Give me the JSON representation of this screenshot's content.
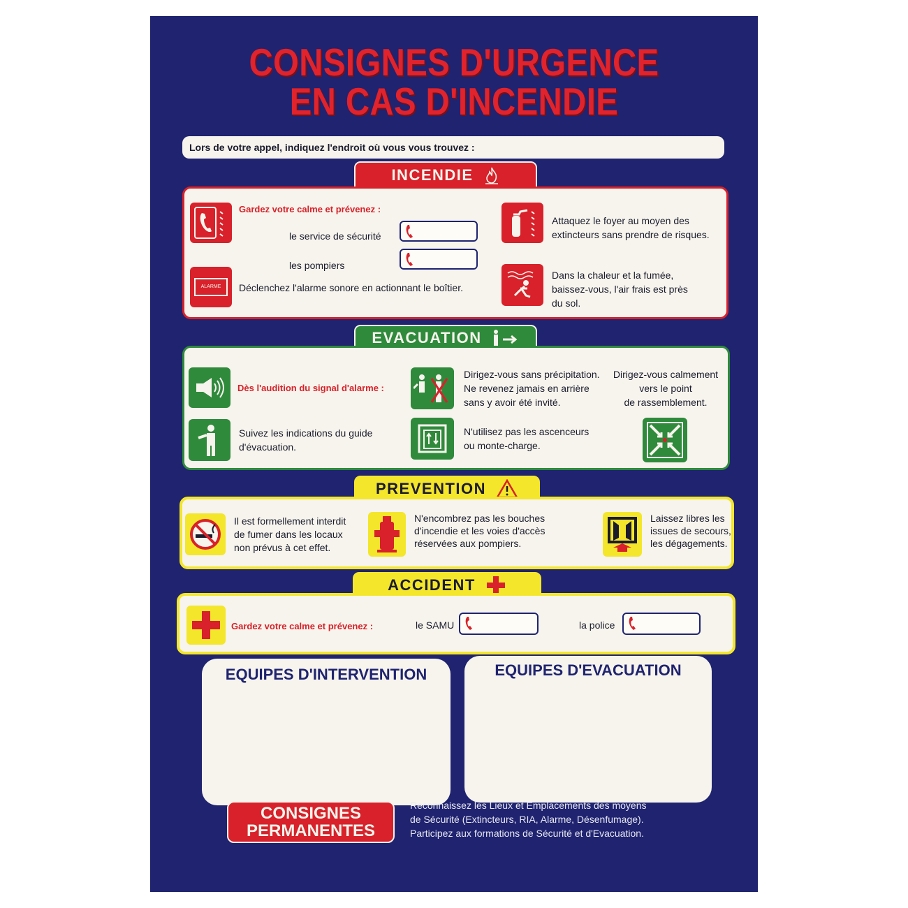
{
  "title": {
    "line1": "CONSIGNES D'URGENCE",
    "line2": "EN CAS D'INCENDIE"
  },
  "call_prompt": "Lors de votre appel, indiquez l'endroit où vous vous trouvez :",
  "incendie": {
    "header": "INCENDIE",
    "calm": "Gardez votre calme et prévenez :",
    "security": "le service de sécurité",
    "firemen": "les pompiers",
    "alarm_label": "ALARME",
    "alarm_text": "Déclenchez l'alarme sonore en actionnant le boîtier.",
    "extinguisher_text": [
      "Attaquez le foyer au moyen des",
      "extincteurs sans prendre de risques."
    ],
    "smoke_text": [
      "Dans la chaleur et la fumée,",
      "baissez-vous, l'air frais est près",
      "du sol."
    ]
  },
  "evacuation": {
    "header": "EVACUATION",
    "signal": "Dès l'audition du signal d'alarme :",
    "follow": [
      "Suivez les indications du guide",
      "d'évacuation."
    ],
    "no_rush": [
      "Dirigez-vous sans précipitation.",
      "Ne revenez jamais en arrière",
      "sans y avoir été invité."
    ],
    "no_lift": [
      "N'utilisez pas les ascenceurs",
      "ou monte-charge."
    ],
    "assembly": [
      "Dirigez-vous calmement",
      "vers le point",
      "de rassemblement."
    ]
  },
  "prevention": {
    "header": "PREVENTION",
    "smoking": [
      "Il est formellement interdit",
      "de fumer dans les locaux",
      "non prévus à cet effet."
    ],
    "hydrant": [
      "N'encombrez pas les bouches",
      "d'incendie et les voies d'accès",
      "réservées aux pompiers."
    ],
    "exits": [
      "Laissez libres les",
      "issues de secours,",
      "les dégagements."
    ]
  },
  "accident": {
    "header": "ACCIDENT",
    "calm": "Gardez votre calme et prévenez :",
    "samu": "le SAMU",
    "police": "la police"
  },
  "teams": {
    "intervention": "EQUIPES D'INTERVENTION",
    "evacuation": "EQUIPES D'EVACUATION"
  },
  "permanent": {
    "line1": "CONSIGNES",
    "line2": "PERMANENTES"
  },
  "footer": [
    "Reconnaissez les Lieux et Emplacements des moyens",
    "de Sécurité (Extincteurs, RIA, Alarme, Désenfumage).",
    "Participez aux formations de Sécurité et d'Evacuation."
  ],
  "colors": {
    "navy": "#1f2370",
    "red": "#d8212a",
    "green": "#2f8a3c",
    "yellow": "#f4e62a",
    "cream": "#f6f4ec"
  },
  "icons": [
    "phone-icon",
    "flame-icon",
    "extinguisher-icon",
    "alarm-box-icon",
    "crawl-icon",
    "exit-arrow-icon",
    "loudspeaker-icon",
    "person-icon",
    "no-return-icon",
    "elevator-icon",
    "assembly-point-icon",
    "warning-triangle-icon",
    "no-smoking-icon",
    "hydrant-icon",
    "emergency-exit-icon",
    "first-aid-cross-icon"
  ]
}
